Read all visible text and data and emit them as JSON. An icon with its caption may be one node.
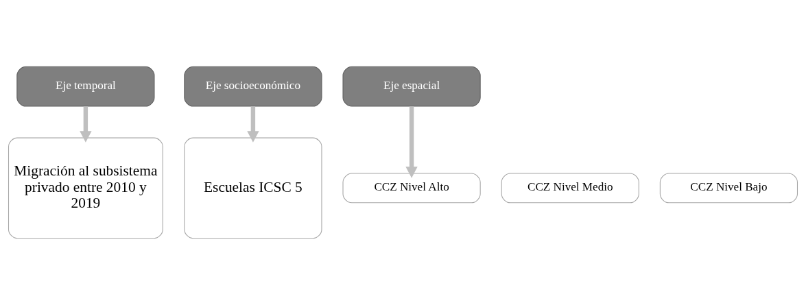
{
  "diagram": {
    "nodes": [
      {
        "text": [
          "Eje temporal"
        ]
      },
      {
        "text": [
          "Eje socioeconómico"
        ]
      },
      {
        "text": [
          "Eje espacial"
        ]
      },
      {
        "text": [
          "Migración al subsistema privado entre 2010 y 2019"
        ]
      },
      {
        "text": [
          "Escuelas ICSC 5"
        ]
      },
      {
        "text": [
          "CCZ Nivel Alto"
        ]
      },
      {
        "text": [
          "CCZ Nivel Medio"
        ]
      },
      {
        "text": [
          "CCZ Nivel Bajo"
        ]
      }
    ],
    "edges": [
      {
        "from": 0,
        "to": 3,
        "arrow": "to"
      },
      {
        "from": 1,
        "to": 4,
        "arrow": "to"
      },
      {
        "from": 2,
        "to": 5,
        "arrow": "to"
      }
    ]
  }
}
